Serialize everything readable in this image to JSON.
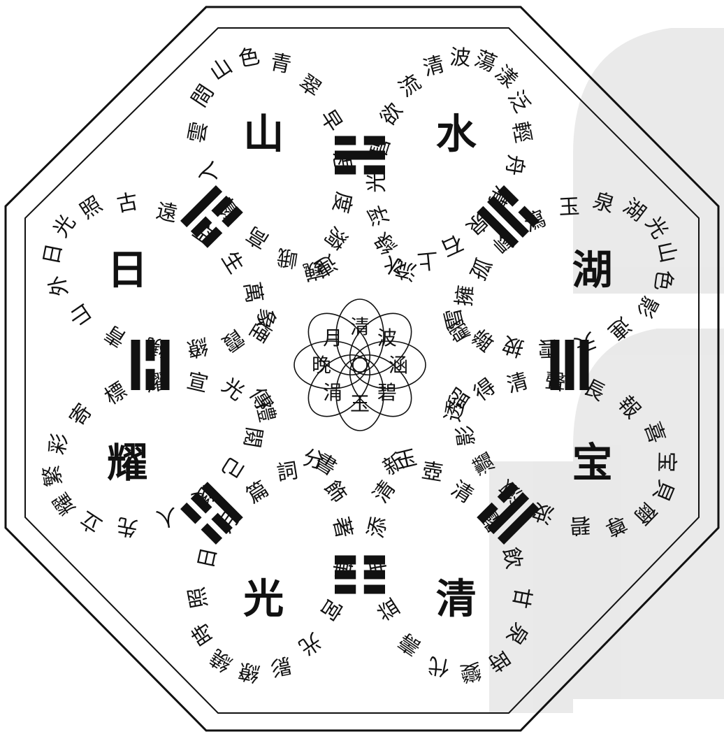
{
  "palette": {
    "ink": "#111111",
    "paper": "#ffffff",
    "watermark": "#dcdcdc"
  },
  "center": {
    "chars": [
      "清",
      "波",
      "涵",
      "碧",
      "玉",
      "涓",
      "晚",
      "月"
    ]
  },
  "petals": [
    {
      "id": "top-right",
      "title": "水",
      "trigram": "kan",
      "text": "水綠浮光碧欲流清波蕩漾泛輕舟清泉石上流"
    },
    {
      "id": "right-upper",
      "title": "湖",
      "trigram": "dui",
      "text": "雪擁孤峰瀉玉泉湖光山色影連天雲披聯翩"
    },
    {
      "id": "right-lower",
      "title": "宝",
      "trigram": "qian",
      "text": "留得清聲長報喜宝貝爾尊碧波瀲灩影透"
    },
    {
      "id": "bottom-right",
      "title": "清",
      "trigram": "xun",
      "text": "玉壺清露飲甘泉時變代壽益年添清新"
    },
    {
      "id": "bottom",
      "title": "光",
      "trigram": "kun",
      "text": "書飾著華宮光影繚繞時照日月篇詞分"
    },
    {
      "id": "left-lower",
      "title": "耀",
      "trigram": "zhen",
      "text": "禮閱己後人先立耀繁彩寄標耀宣光傳"
    },
    {
      "id": "left-upper",
      "title": "日",
      "trigram": "li",
      "text": "煙霞繚繞青山外日光照古遠空生萬象"
    },
    {
      "id": "top-left",
      "title": "山",
      "trigram": "gen",
      "text": "巍峨高聳入雲間山色青翠早思度漪連"
    }
  ]
}
